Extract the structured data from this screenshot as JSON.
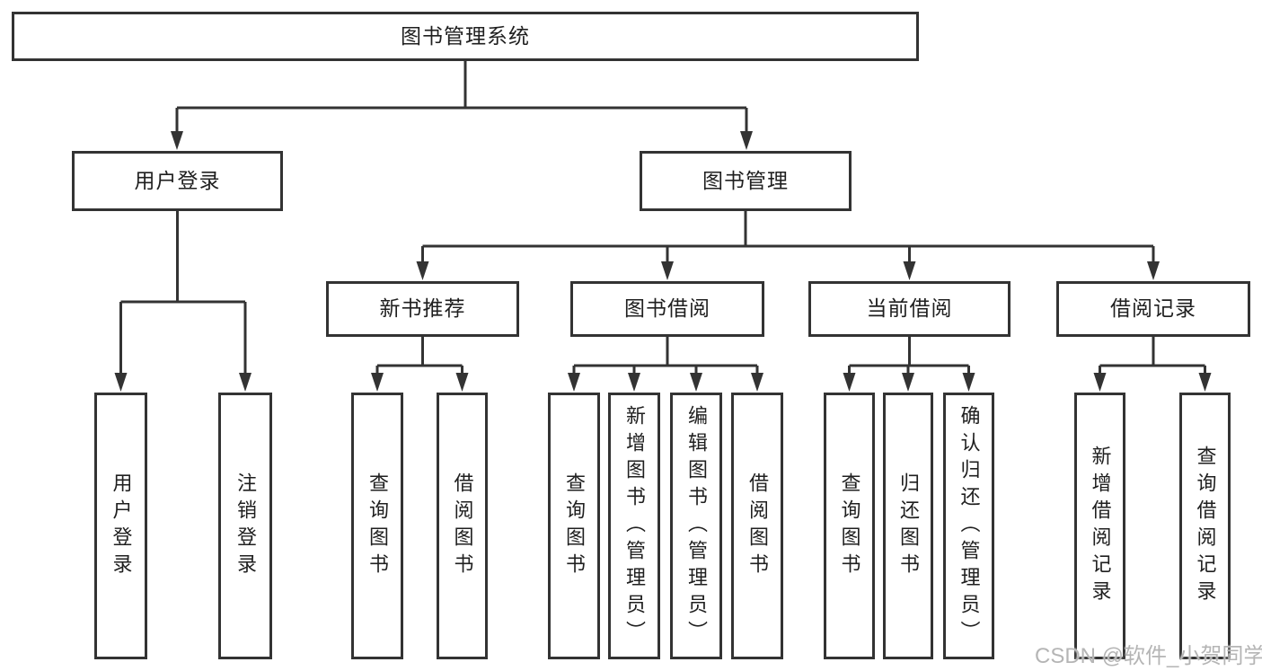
{
  "colors": {
    "background": "#ffffff",
    "line": "#333333",
    "box_border": "#333333",
    "box_fill": "#ffffff",
    "text": "#1f1f1f",
    "watermark": "#b5b5b5"
  },
  "watermark": {
    "text": "CSDN @软件_小贺同学"
  },
  "tree": {
    "root": {
      "label": "图书管理系统"
    },
    "children": [
      {
        "label": "用户登录",
        "children": [
          {
            "label": "用户登录"
          },
          {
            "label": "注销登录"
          }
        ]
      },
      {
        "label": "图书管理",
        "children": [
          {
            "label": "新书推荐",
            "children": [
              {
                "label": "查询图书"
              },
              {
                "label": "借阅图书"
              }
            ]
          },
          {
            "label": "图书借阅",
            "children": [
              {
                "label": "查询图书"
              },
              {
                "label": "新增图书（管理员）"
              },
              {
                "label": "编辑图书（管理员）"
              },
              {
                "label": "借阅图书"
              }
            ]
          },
          {
            "label": "当前借阅",
            "children": [
              {
                "label": "查询图书"
              },
              {
                "label": "归还图书"
              },
              {
                "label": "确认归还（管理员）"
              }
            ]
          },
          {
            "label": "借阅记录",
            "children": [
              {
                "label": "新增借阅记录"
              },
              {
                "label": "查询借阅记录"
              }
            ]
          }
        ]
      }
    ]
  }
}
